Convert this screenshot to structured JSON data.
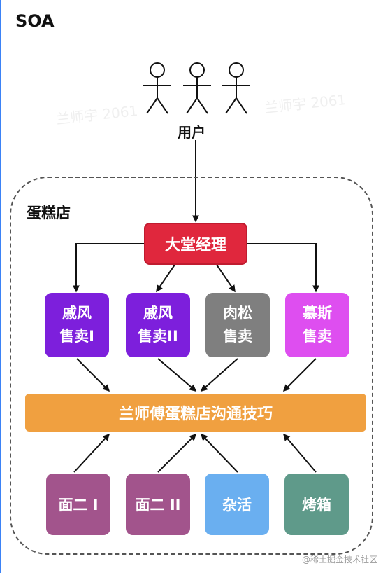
{
  "title": "SOA",
  "watermark": "兰师宇 2061",
  "users": {
    "label": "用户"
  },
  "group": {
    "label": "蛋糕店"
  },
  "manager": {
    "label": "大堂经理"
  },
  "sellers": [
    {
      "line1": "戚风",
      "line2": "售卖I",
      "color": "#7d1fdc"
    },
    {
      "line1": "戚风",
      "line2": "售卖II",
      "color": "#7d1fdc"
    },
    {
      "line1": "肉松",
      "line2": "售卖",
      "color": "#7f7f7f"
    },
    {
      "line1": "慕斯",
      "line2": "售卖",
      "color": "#de4ef0"
    }
  ],
  "communication": {
    "label": "兰师傅蛋糕店沟通技巧",
    "color": "#f0a040"
  },
  "workers": [
    {
      "label": "面二 I",
      "color": "#a2548c"
    },
    {
      "label": "面二 II",
      "color": "#a2548c"
    },
    {
      "label": "杂活",
      "color": "#6aaff0"
    },
    {
      "label": "烤箱",
      "color": "#5f9a8a"
    }
  ],
  "footer": "@稀土掘金技术社区"
}
